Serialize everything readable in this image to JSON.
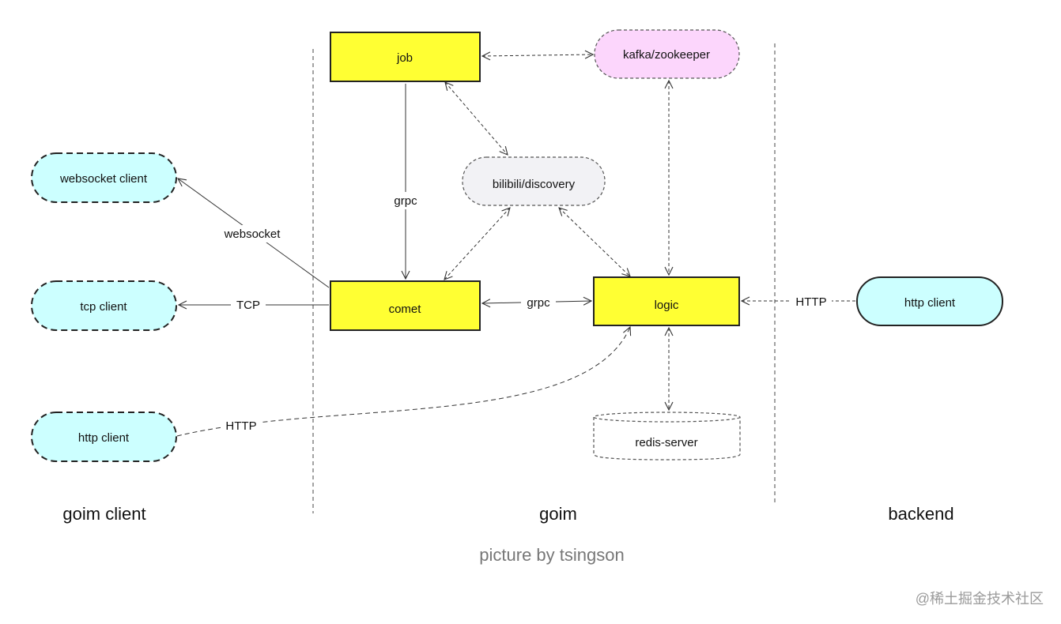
{
  "nodes": {
    "job": "job",
    "kafka": "kafka/zookeeper",
    "discovery": "bilibili/discovery",
    "comet": "comet",
    "logic": "logic",
    "redis": "redis-server",
    "websocket_client": "websocket client",
    "tcp_client": "tcp client",
    "http_client_left": "http client",
    "http_client_right": "http client"
  },
  "edges": {
    "job_comet": "grpc",
    "comet_websocket": "websocket",
    "comet_tcp": "TCP",
    "comet_logic": "grpc",
    "http_logic_right": "HTTP",
    "http_logic_left": "HTTP"
  },
  "regions": {
    "client": "goim client",
    "goim": "goim",
    "backend": "backend"
  },
  "caption": "picture by tsingson",
  "watermark": "@稀土掘金技术社区",
  "colors": {
    "service": "#ffff33",
    "client": "#ccffff",
    "kafka": "#fcd6fc",
    "discovery": "#f2f2f5"
  }
}
